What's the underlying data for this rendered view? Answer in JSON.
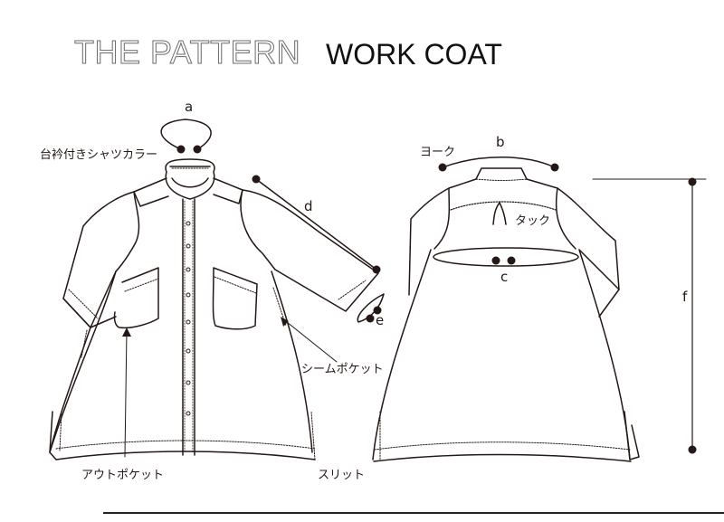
{
  "header": {
    "title_outline": "THE PATTERN",
    "title_main": "WORK COAT"
  },
  "front_view": {
    "labels": {
      "collar_marker": "a",
      "collar_name": "台衿付きシャツカラー",
      "sleeve_length_marker": "d",
      "cuff_marker": "e",
      "seam_pocket": "シームポケット",
      "out_pocket": "アウトポケット",
      "slit": "スリット"
    },
    "button_count": 8
  },
  "back_view": {
    "labels": {
      "yoke_name": "ヨーク",
      "yoke_width_marker": "b",
      "tuck_name": "タック",
      "bust_marker": "c",
      "length_marker": "f"
    }
  },
  "colors": {
    "line": "#231815",
    "title_outline_stroke": "#6b6b6b",
    "background": "#ffffff"
  }
}
